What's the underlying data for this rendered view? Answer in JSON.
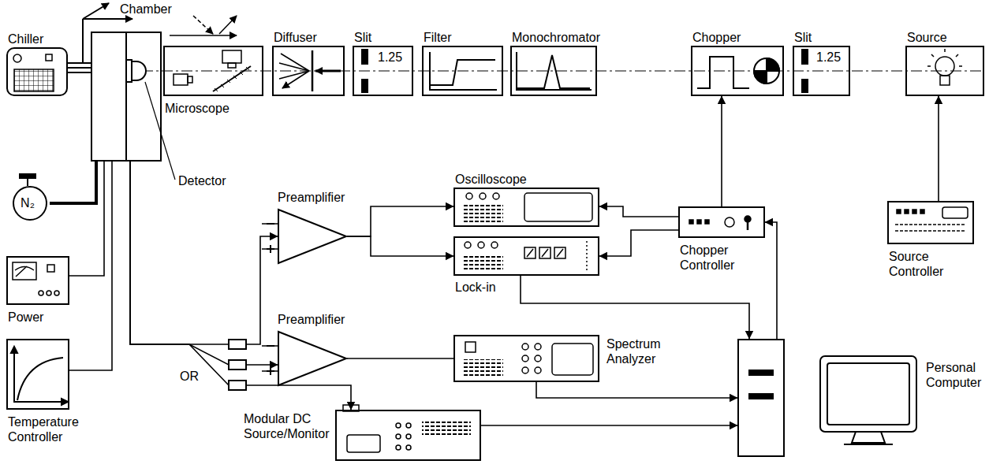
{
  "diagram": {
    "nodes": [
      {
        "text": [
          "Chamber"
        ]
      },
      {
        "text": [
          "Chiller"
        ]
      },
      {
        "text": [
          "Microscope"
        ]
      },
      {
        "text": [
          "Diffuser"
        ]
      },
      {
        "text": [
          "Slit",
          "1.25"
        ]
      },
      {
        "text": [
          "Filter"
        ]
      },
      {
        "text": [
          "Monochromator"
        ]
      },
      {
        "text": [
          "Chopper"
        ]
      },
      {
        "text": [
          "Slit",
          "1.25"
        ]
      },
      {
        "text": [
          "Source"
        ]
      },
      {
        "text": [
          "N₂"
        ]
      },
      {
        "text": [
          "Power"
        ]
      },
      {
        "text": [
          "Temperature Controller"
        ]
      },
      {
        "text": [
          "Preamplifier"
        ]
      },
      {
        "text": [
          "Oscilloscope"
        ]
      },
      {
        "text": [
          "Lock-in"
        ]
      },
      {
        "text": [
          "Chopper Controller"
        ]
      },
      {
        "text": [
          "Source Controller"
        ]
      },
      {
        "text": [
          "Preamplifier"
        ]
      },
      {
        "text": [
          "Spectrum Analyzer"
        ]
      },
      {
        "text": [
          "Modular DC Source/Monitor"
        ]
      },
      {
        "text": [
          "Personal Computer"
        ]
      }
    ],
    "edges": [
      {
        "from": 1,
        "to": 0,
        "arrow": "none"
      },
      {
        "from": 10,
        "to": 0,
        "arrow": "none"
      },
      {
        "from": 11,
        "to": 0,
        "arrow": "none"
      },
      {
        "from": 12,
        "to": 0,
        "arrow": "none"
      },
      {
        "from": 0,
        "to": 13,
        "arrow": "to"
      },
      {
        "from": 0,
        "to": 18,
        "arrow": "to"
      },
      {
        "from": 0,
        "to": 20,
        "arrow": "to"
      },
      {
        "from": 13,
        "to": 14,
        "arrow": "to"
      },
      {
        "from": 13,
        "to": 15,
        "arrow": "to"
      },
      {
        "from": 16,
        "to": 14,
        "arrow": "to"
      },
      {
        "from": 16,
        "to": 15,
        "arrow": "to"
      },
      {
        "from": 16,
        "to": 7,
        "arrow": "to"
      },
      {
        "from": 17,
        "to": 9,
        "arrow": "to"
      },
      {
        "from": 18,
        "to": 19,
        "arrow": "none"
      },
      {
        "from": 15,
        "to": 21,
        "arrow": "to"
      },
      {
        "from": 19,
        "to": 21,
        "arrow": "to"
      },
      {
        "from": 20,
        "to": 21,
        "arrow": "to"
      },
      {
        "from": 21,
        "to": 16,
        "arrow": "to"
      }
    ],
    "labels": [
      "Detector",
      "OR"
    ]
  }
}
